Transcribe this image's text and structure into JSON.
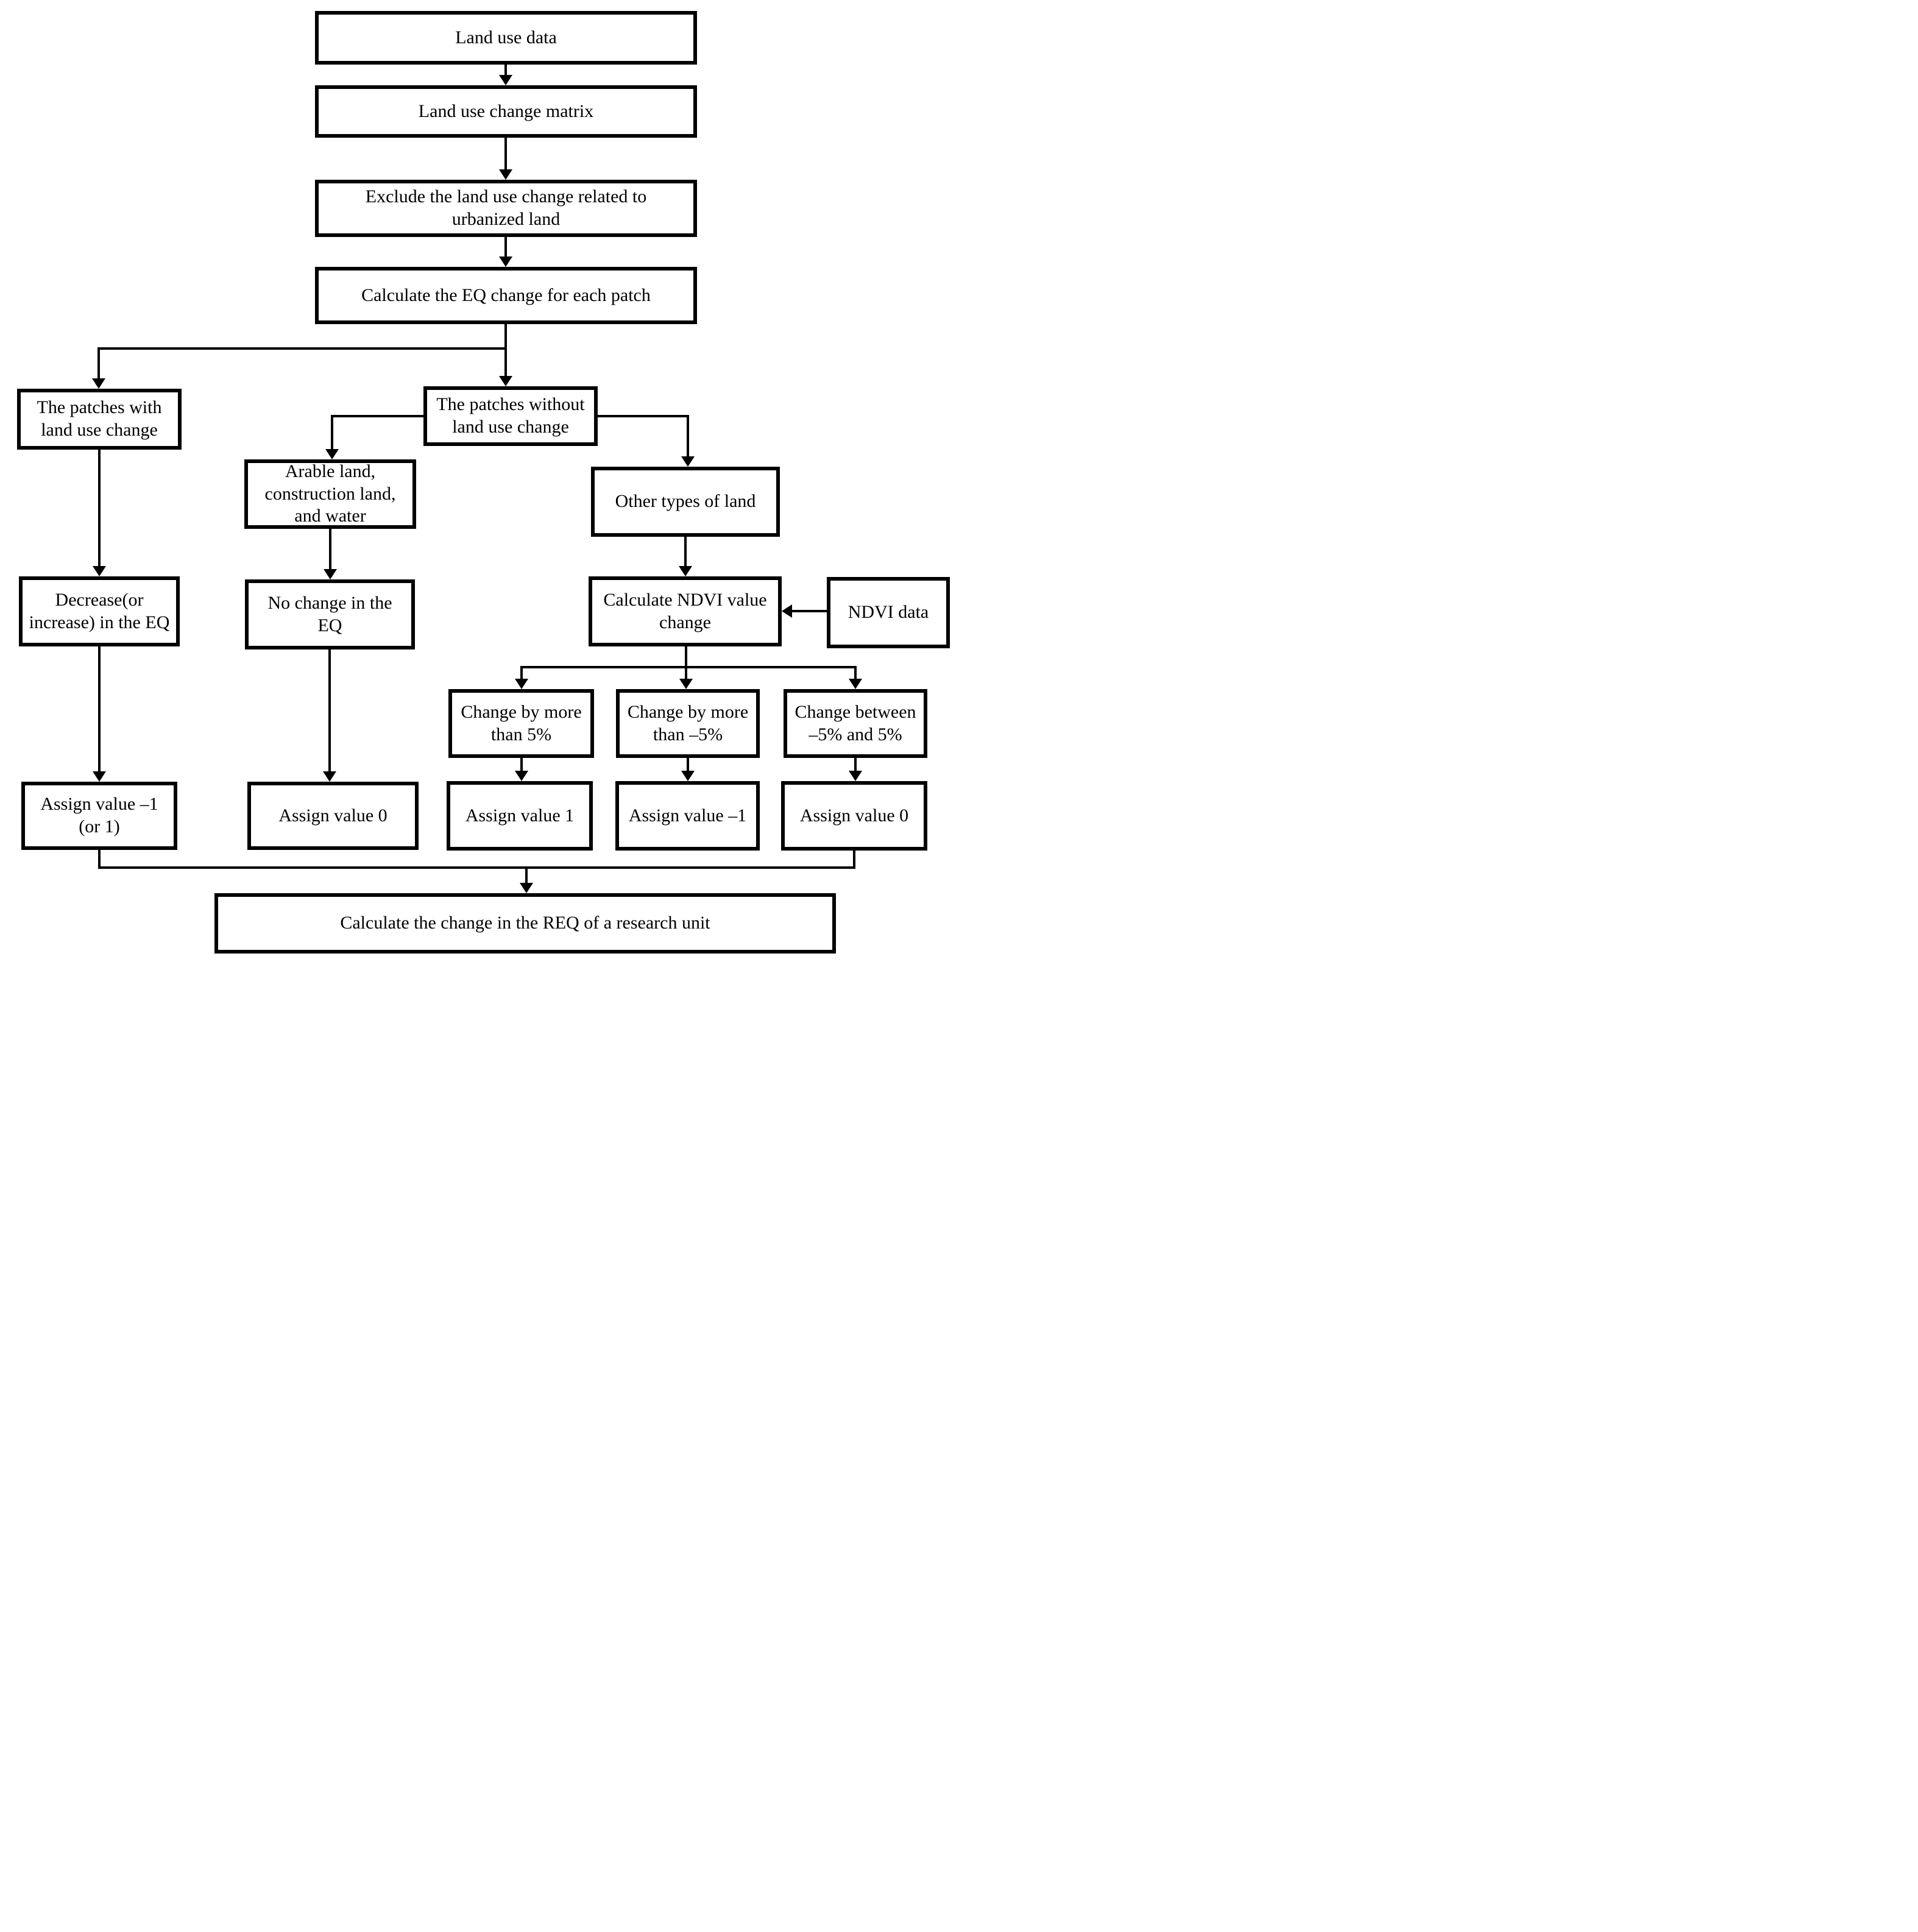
{
  "nodes": {
    "land_use_data": {
      "label": "Land use data"
    },
    "land_use_change_matrix": {
      "label": "Land use change matrix"
    },
    "exclude_urbanized": {
      "label": "Exclude the land use change related to\nurbanized land"
    },
    "calc_eq_patch": {
      "label": "Calculate the EQ change for each patch"
    },
    "patches_with": {
      "label": "The patches with\nland use change"
    },
    "patches_without": {
      "label": "The patches without\nland use change"
    },
    "arable": {
      "label": "Arable land,\nconstruction land,\nand water"
    },
    "other_types": {
      "label": "Other types of land"
    },
    "decrease_eq": {
      "label": "Decrease(or\nincrease) in the EQ"
    },
    "no_change_eq": {
      "label": "No change in the\nEQ"
    },
    "calc_ndvi": {
      "label": "Calculate NDVI value\nchange"
    },
    "ndvi_data": {
      "label": "NDVI data"
    },
    "change_gt5": {
      "label": "Change by more\nthan 5%"
    },
    "change_gtneg5": {
      "label": "Change by more\nthan –5%"
    },
    "change_between": {
      "label": "Change between\n–5% and 5%"
    },
    "assign_neg1_or1": {
      "label": "Assign value –1\n(or 1)"
    },
    "assign_0_left": {
      "label": "Assign value 0"
    },
    "assign_1": {
      "label": "Assign value 1"
    },
    "assign_neg1": {
      "label": "Assign value –1"
    },
    "assign_0_right": {
      "label": "Assign value 0"
    },
    "calc_req": {
      "label": "Calculate  the change in the REQ of a research unit"
    }
  }
}
